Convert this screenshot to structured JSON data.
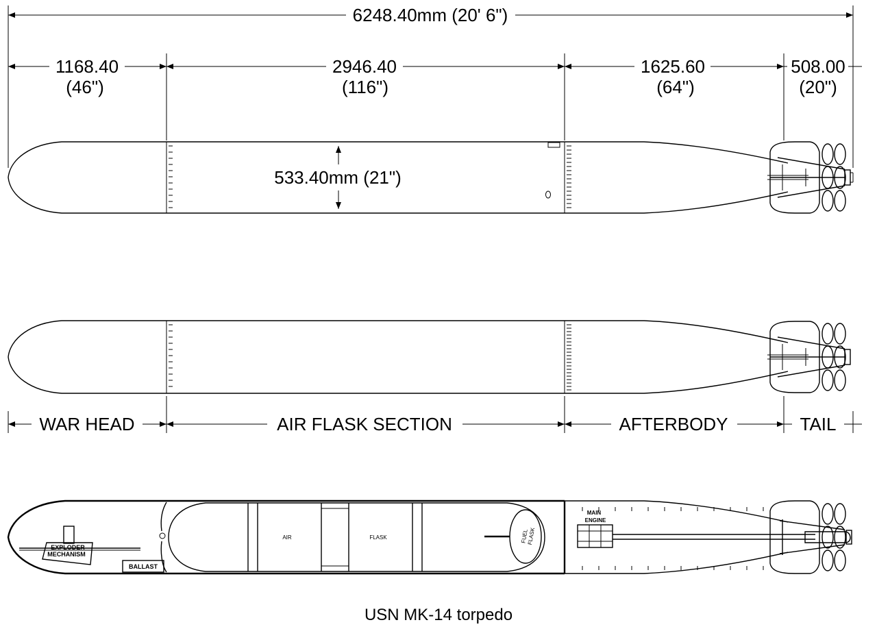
{
  "dimensions": {
    "overall": "6248.40mm (20' 6\")",
    "warhead_mm": "1168.40",
    "warhead_in": "(46\")",
    "airflask_mm": "2946.40",
    "airflask_in": "(116\")",
    "afterbody_mm": "1625.60",
    "afterbody_in": "(64\")",
    "tail_mm": "508.00",
    "tail_in": "(20\")",
    "diameter": "533.40mm (21\")"
  },
  "sections": {
    "warhead": "WAR HEAD",
    "airflask": "AIR FLASK SECTION",
    "afterbody": "AFTERBODY",
    "tail": "TAIL"
  },
  "components": {
    "exploder_line1": "EXPLODER",
    "exploder_line2": "MECHANISM",
    "ballast": "BALLAST",
    "air": "AIR",
    "flask": "FLASK",
    "fuel_line1": "FUEL",
    "fuel_line2": "FLASK",
    "engine_line1": "MAIN",
    "engine_line2": "ENGINE"
  },
  "caption": "USN MK-14 torpedo"
}
